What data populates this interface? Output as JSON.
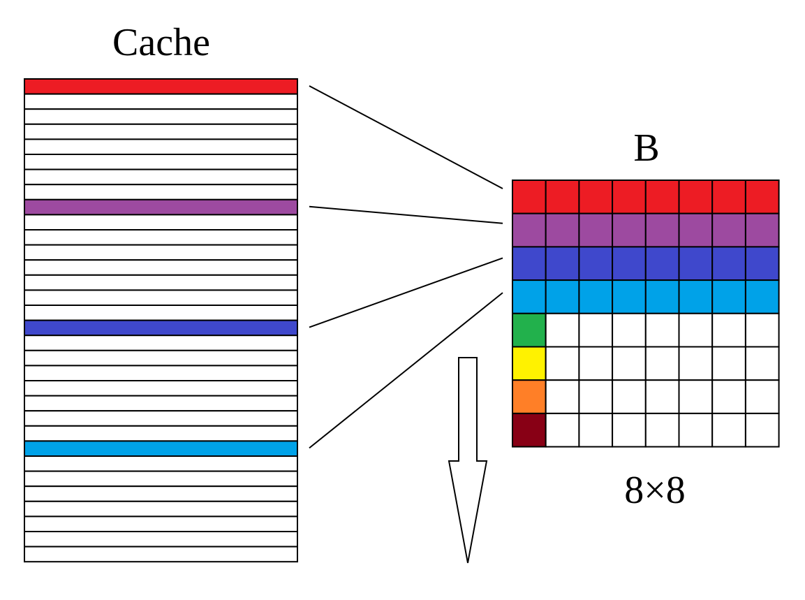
{
  "cache": {
    "title": "Cache",
    "line_count": 32,
    "colored_lines": [
      {
        "index": 0,
        "color": "#ed1c24"
      },
      {
        "index": 8,
        "color": "#9d4aa0"
      },
      {
        "index": 16,
        "color": "#3f48cc"
      },
      {
        "index": 24,
        "color": "#00a2e8"
      }
    ]
  },
  "matrix": {
    "title": "B",
    "size_label": "8×8",
    "rows": 8,
    "cols": 8,
    "full_row_colors": [
      "#ed1c24",
      "#9d4aa0",
      "#3f48cc",
      "#00a2e8"
    ],
    "first_col_colors": [
      "#ed1c24",
      "#9d4aa0",
      "#3f48cc",
      "#00a2e8",
      "#22b14c",
      "#fff200",
      "#ff7f27",
      "#880015"
    ]
  },
  "connectors": [
    {
      "cache_line": 0,
      "matrix_row": 0
    },
    {
      "cache_line": 8,
      "matrix_row": 1
    },
    {
      "cache_line": 16,
      "matrix_row": 2
    },
    {
      "cache_line": 24,
      "matrix_row": 3
    }
  ],
  "arrow": {
    "direction": "down"
  }
}
